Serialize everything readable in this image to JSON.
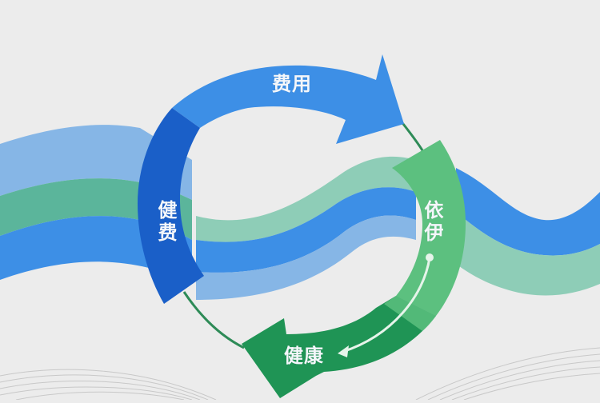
{
  "diagram": {
    "type": "cycle",
    "background_color": "#ececec",
    "segments": [
      {
        "id": "top",
        "label": "费用",
        "orientation": "horizontal",
        "color": "#3d8fe6",
        "direction": "clockwise-arrow-to-right"
      },
      {
        "id": "left",
        "label": "健费",
        "orientation": "vertical",
        "color": "#1a5fc8"
      },
      {
        "id": "right",
        "label": "依伊",
        "orientation": "vertical",
        "color": "#5cc07f"
      },
      {
        "id": "bottom",
        "label": "健康",
        "orientation": "horizontal",
        "color": "#1f9455",
        "direction": "arrow-to-left"
      }
    ],
    "inner_arrow": {
      "color": "#e6f4ea",
      "from": "right",
      "to": "bottom"
    },
    "connector_color": "#2e8b57",
    "wave_colors": [
      "#86b6e6",
      "#5bb59b",
      "#3d8fe6",
      "#8ecdb7"
    ],
    "line_pattern_color": "#c8c8c8"
  }
}
